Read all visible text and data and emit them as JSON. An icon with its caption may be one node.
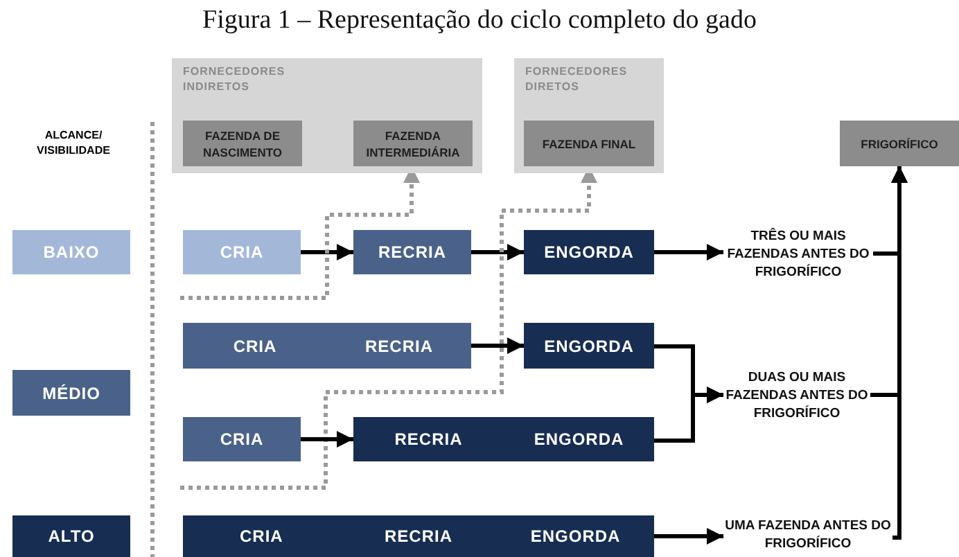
{
  "diagram": {
    "title": "Figura 1 – Representação do ciclo completo do gado",
    "nodes": [
      {
        "text": [
          "FORNECEDORES INDIRETOS"
        ]
      },
      {
        "text": [
          "FAZENDA DE NASCIMENTO"
        ],
        "in": 0
      },
      {
        "text": [
          "FAZENDA INTERMEDIÁRIA"
        ],
        "in": 0
      },
      {
        "text": [
          "FORNECEDORES DIRETOS"
        ]
      },
      {
        "text": [
          "FAZENDA FINAL"
        ],
        "in": 3
      },
      {
        "text": [
          "FRIGORÍFICO"
        ]
      },
      {
        "text": [
          "BAIXO"
        ]
      },
      {
        "text": [
          "CRIA"
        ]
      },
      {
        "text": [
          "RECRIA"
        ]
      },
      {
        "text": [
          "ENGORDA"
        ]
      },
      {
        "text": [
          "TRÊS OU MAIS FAZENDAS ANTES DO FRIGORÍFICO"
        ]
      },
      {
        "text": [
          "MÉDIO"
        ]
      },
      {
        "text": [
          "CRIA",
          "RECRIA"
        ]
      },
      {
        "text": [
          "ENGORDA"
        ]
      },
      {
        "text": [
          "DUAS OU MAIS FAZENDAS ANTES DO FRIGORÍFICO"
        ]
      },
      {
        "text": [
          "CRIA"
        ]
      },
      {
        "text": [
          "RECRIA",
          "ENGORDA"
        ]
      },
      {
        "text": [
          "ALTO"
        ]
      },
      {
        "text": [
          "CRIA",
          "RECRIA",
          "ENGORDA"
        ]
      },
      {
        "text": [
          "UMA FAZENDA ANTES DO FRIGORÍFICO"
        ]
      }
    ],
    "edges": [
      {
        "from": 7,
        "to": 8,
        "arrow": "to"
      },
      {
        "from": 8,
        "to": 9,
        "arrow": "to"
      },
      {
        "from": 9,
        "to": 10,
        "arrow": "to"
      },
      {
        "from": null,
        "to": 2,
        "arrow": "to",
        "style": "dashed",
        "color": "#9a9a9a"
      },
      {
        "from": null,
        "to": 4,
        "arrow": "to",
        "style": "dashed",
        "color": "#9a9a9a"
      },
      {
        "from": 12,
        "to": 13,
        "arrow": "to"
      },
      {
        "from": 13,
        "to": 14,
        "arrow": "to"
      },
      {
        "from": 15,
        "to": 16,
        "arrow": "to"
      },
      {
        "from": 16,
        "to": 14,
        "arrow": "to"
      },
      {
        "from": 18,
        "to": 19,
        "arrow": "to"
      },
      {
        "from": 10,
        "to": 5,
        "arrow": "to"
      },
      {
        "from": 14,
        "to": 5,
        "arrow": "to"
      },
      {
        "from": 19,
        "to": 5,
        "arrow": "to"
      }
    ],
    "labels": [
      "ALCANCE/ VISIBILIDADE"
    ]
  }
}
